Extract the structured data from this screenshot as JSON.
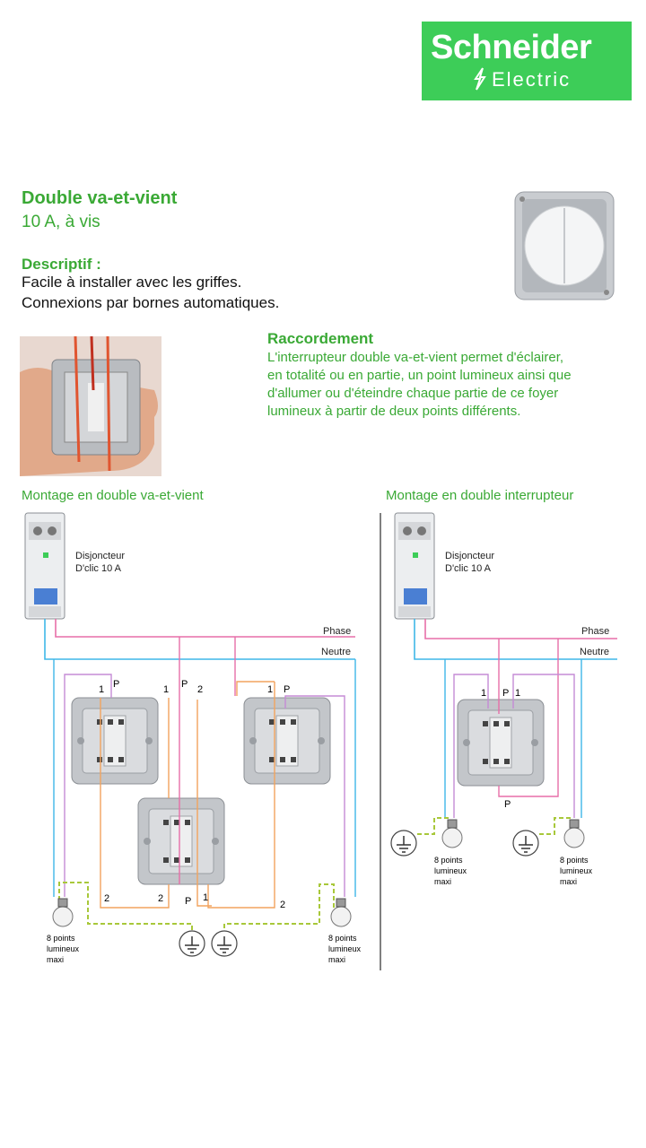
{
  "brand": {
    "name_line1": "Schneider",
    "name_line2": "Electric",
    "bg_color": "#3dcd58"
  },
  "product": {
    "title": "Double va-et-vient",
    "subtitle": "10 A, à vis",
    "descriptif_heading": "Descriptif :",
    "descriptif_lines": [
      "Facile à installer avec les griffes.",
      "Connexions par bornes automatiques."
    ]
  },
  "raccordement": {
    "heading": "Raccordement",
    "lines": [
      "L'interrupteur double va-et-vient permet d'éclairer,",
      "en totalité ou en partie, un point lumineux ainsi que",
      "d'allumer ou d'éteindre chaque partie de ce foyer",
      "lumineux à partir de deux points différents."
    ]
  },
  "left_diagram": {
    "title": "Montage en double va-et-vient",
    "breaker_line1": "Disjoncteur",
    "breaker_line2": "D'clic 10 A",
    "phase_label": "Phase",
    "neutre_label": "Neutre",
    "terminal_labels": [
      "1",
      "P",
      "1",
      "P",
      "2",
      "1",
      "P",
      "2",
      "2",
      "P",
      "1",
      "2"
    ],
    "lamp_label_lines": [
      "8 points",
      "lumineux",
      "maxi"
    ]
  },
  "right_diagram": {
    "title": "Montage en double interrupteur",
    "breaker_line1": "Disjoncteur",
    "breaker_line2": "D'clic 10 A",
    "phase_label": "Phase",
    "neutre_label": "Neutre",
    "terminal_labels": [
      "1",
      "P",
      "1",
      "P"
    ],
    "lamp_label_lines": [
      "8 points",
      "lumineux",
      "maxi"
    ]
  },
  "colors": {
    "green_text": "#3aa935",
    "phase_wire": "#e76fa8",
    "neutre_wire": "#3fb7e8",
    "traveler_wire": "#f2a35e",
    "lamp_wire": "#c58bd6",
    "earth_wire": "#a8c83a"
  }
}
